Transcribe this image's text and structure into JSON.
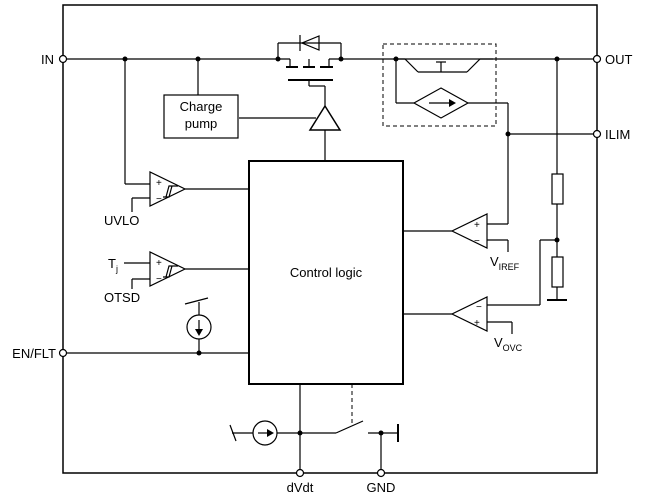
{
  "pins": {
    "in": "IN",
    "out": "OUT",
    "ilim": "ILIM",
    "en_flt": "EN/FLT",
    "dvdt": "dVdt",
    "gnd": "GND"
  },
  "blocks": {
    "charge_pump_line1": "Charge",
    "charge_pump_line2": "pump",
    "control_logic": "Control logic"
  },
  "signals": {
    "uvlo": "UVLO",
    "tj_main": "T",
    "tj_sub": "j",
    "otsd": "OTSD",
    "viref_main": "V",
    "viref_sub": "IREF",
    "vovc_main": "V",
    "vovc_sub": "OVC"
  },
  "comparator_symbols": {
    "plus": "+",
    "minus": "−"
  }
}
